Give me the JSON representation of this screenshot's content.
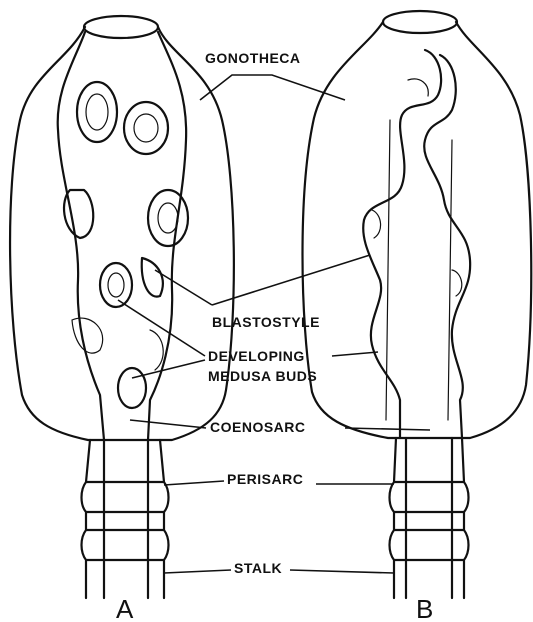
{
  "labels": {
    "gonotheca": "GONOTHECA",
    "blastostyle": "BLASTOSTYLE",
    "developing": "DEVELOPING",
    "medusa_buds": "MEDUSA BUDS",
    "coenosarc": "COENOSARC",
    "perisarc": "PERISARC",
    "stalk": "STALK"
  },
  "panels": {
    "a": "A",
    "b": "B"
  }
}
